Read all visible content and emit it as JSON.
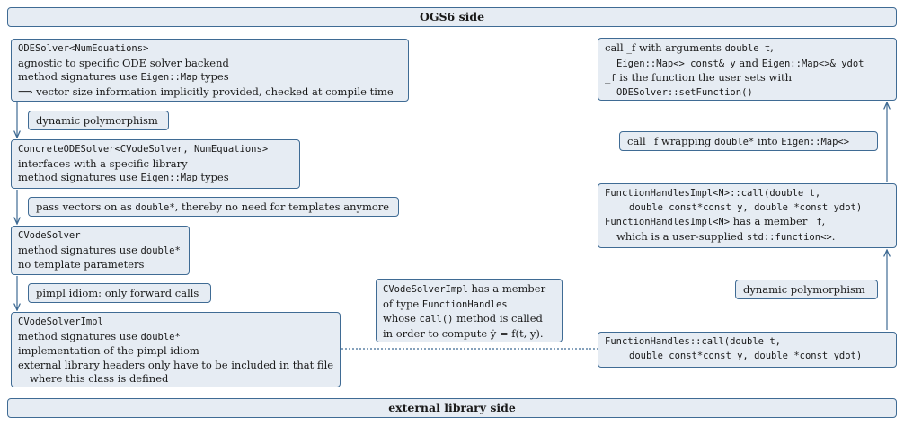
{
  "top_banner": "OGS6 side",
  "bottom_banner": "external library side",
  "left": {
    "ode_solver": {
      "title": "ODESolver<NumEquations>",
      "line2": "agnostic to specific ODE solver backend",
      "line3_pre": "method signatures use ",
      "line3_code": "Eigen::Map",
      "line3_post": " types",
      "line4": "⟹  vector size information implicitly provided, checked at compile time"
    },
    "label_dyn_poly": "dynamic polymorphism",
    "concrete": {
      "title": "ConcreteODESolver<CVodeSolver, NumEquations>",
      "line2": "interfaces with a specific library",
      "line3_pre": "method signatures use ",
      "line3_code": "Eigen::Map",
      "line3_post": " types"
    },
    "label_pass": {
      "pre": "pass vectors on as ",
      "code": "double*",
      "post": ", thereby no need for templates anymore"
    },
    "cvode": {
      "title": "CVodeSolver",
      "line2_pre": "method signatures use ",
      "line2_code": "double*",
      "line3": "no template parameters"
    },
    "label_pimpl": "pimpl idiom: only forward calls",
    "cvode_impl": {
      "title": "CVodeSolverImpl",
      "line2_pre": "method signatures use ",
      "line2_code": "double*",
      "line3": "implementation of the pimpl idiom",
      "line4": "external library headers only have to be included in that file",
      "line5": "where this class is defined"
    }
  },
  "middle_note": {
    "l1_code": "CVodeSolverImpl",
    "l1_post": " has a member",
    "l2_pre": "of type ",
    "l2_code": "FunctionHandles",
    "l3_pre": "whose ",
    "l3_code": "call()",
    "l3_post": " method is called",
    "l4": "in order to compute ẏ = f(t, y)."
  },
  "right": {
    "call_f": {
      "l1_pre": "call _f with arguments ",
      "l1_code": "double t",
      "l1_post": ",",
      "l2_code1": "Eigen::Map<> const& y",
      "l2_mid": " and ",
      "l2_code2": "Eigen::Map<>& ydot",
      "l3_code": "_f",
      "l3_post": " is the function the user sets with",
      "l4_code": "ODESolver::setFunction()"
    },
    "label_wrapping": {
      "pre": "call _f wrapping ",
      "code1": "double*",
      "mid": " into ",
      "code2": "Eigen::Map<>"
    },
    "impl": {
      "l1": "FunctionHandlesImpl<N>::call(double t,",
      "l2": "double const*const y, double *const ydot)",
      "l3_code": "FunctionHandlesImpl<N>",
      "l3_post": " has a member ",
      "l3_code2": "_f",
      "l3_post2": ",",
      "l4_pre": "which is a user-supplied ",
      "l4_code": "std::function<>",
      "l4_post": "."
    },
    "label_dyn_poly": "dynamic polymorphism",
    "handles": {
      "l1": "FunctionHandles::call(double t,",
      "l2": "double const*const y, double *const ydot)"
    }
  }
}
